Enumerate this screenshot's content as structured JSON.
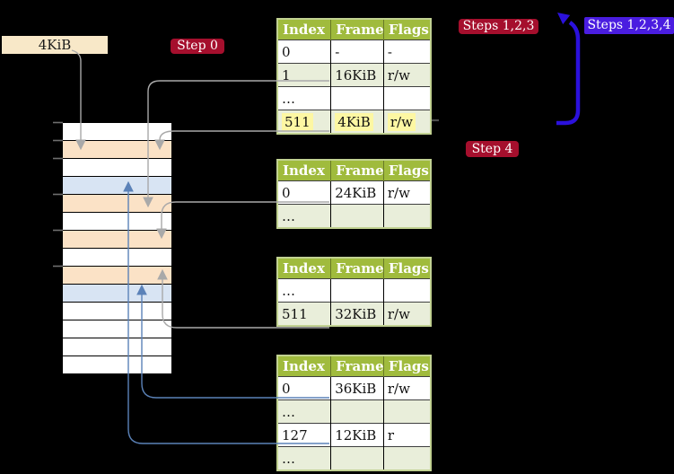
{
  "colors": {
    "badge_red": "#a50f2d",
    "badge_blue": "#4a1de0",
    "big_arrow_blue": "#2b11dc",
    "header_green": "#a0bb3d",
    "row_green": "#e9eeda",
    "highlight_yellow": "#fdf7a3",
    "frame_label_bg": "#f8e8c8",
    "mem_orange": "#fbe2c6",
    "mem_blue": "#d8e4f3",
    "arrow_gray": "#a9a9a9",
    "arrow_blue": "#5b82b8"
  },
  "labels": {
    "frame_size": "4KiB",
    "step0": "Step 0",
    "steps123": "Steps 1,2,3",
    "steps1234": "Steps 1,2,3,4",
    "step4": "Step 4"
  },
  "memory": {
    "rows": [
      "free",
      "pagetable",
      "free",
      "mapped",
      "pagetable",
      "free",
      "pagetable",
      "free",
      "pagetable",
      "mapped",
      "free",
      "free",
      "free",
      "free"
    ]
  },
  "tables": [
    {
      "headers": [
        "Index",
        "Frame",
        "Flags"
      ],
      "rows": [
        {
          "cells": [
            "0",
            "-",
            "-"
          ]
        },
        {
          "cells": [
            "1",
            "16KiB",
            "r/w"
          ]
        },
        {
          "cells": [
            "…",
            "",
            ""
          ]
        },
        {
          "cells": [
            "511",
            "4KiB",
            "r/w"
          ],
          "highlighted": true
        }
      ]
    },
    {
      "headers": [
        "Index",
        "Frame",
        "Flags"
      ],
      "rows": [
        {
          "cells": [
            "0",
            "24KiB",
            "r/w"
          ]
        },
        {
          "cells": [
            "…",
            "",
            ""
          ]
        }
      ]
    },
    {
      "headers": [
        "Index",
        "Frame",
        "Flags"
      ],
      "rows": [
        {
          "cells": [
            "…",
            "",
            ""
          ]
        },
        {
          "cells": [
            "511",
            "32KiB",
            "r/w"
          ]
        }
      ]
    },
    {
      "headers": [
        "Index",
        "Frame",
        "Flags"
      ],
      "rows": [
        {
          "cells": [
            "0",
            "36KiB",
            "r/w"
          ]
        },
        {
          "cells": [
            "…",
            "",
            ""
          ]
        },
        {
          "cells": [
            "127",
            "12KiB",
            "r"
          ]
        },
        {
          "cells": [
            "…",
            "",
            ""
          ]
        }
      ]
    }
  ]
}
